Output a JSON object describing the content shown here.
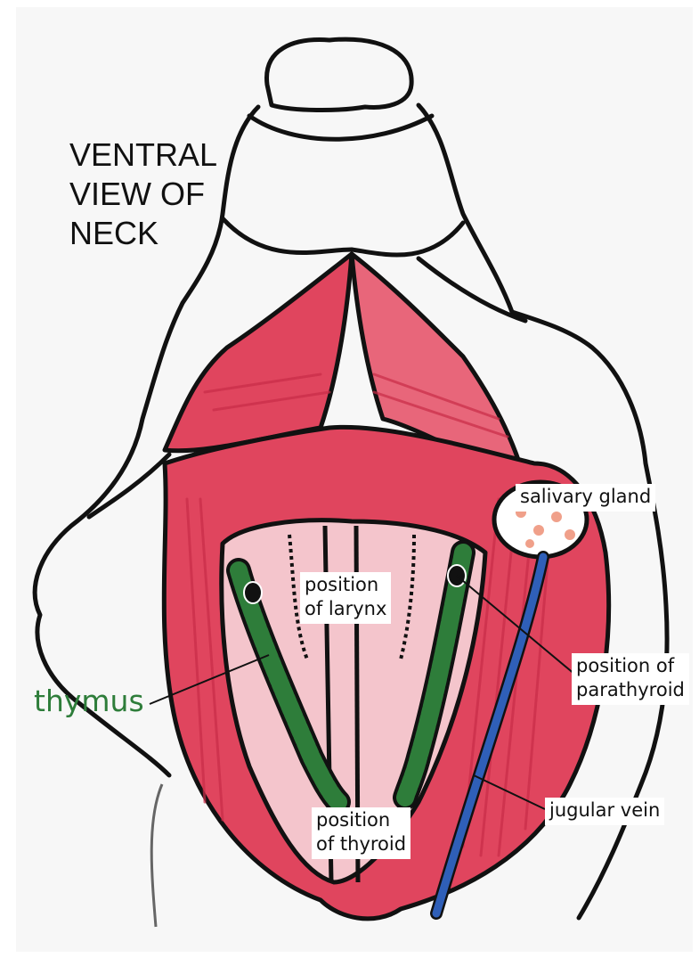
{
  "title_lines": [
    "VENTRAL",
    "VIEW OF",
    "NECK"
  ],
  "labels": {
    "salivary_gland": "salivary gland",
    "larynx": [
      "position",
      "of larynx"
    ],
    "parathyroid": [
      "position of",
      "parathyroid"
    ],
    "thymus": "thymus",
    "jugular_vein": "jugular vein",
    "thyroid": [
      "position",
      "of thyroid"
    ]
  },
  "colors": {
    "outline": "#111111",
    "muscle": "#e0455e",
    "thymus": "#2e7d3a",
    "vein": "#2f5fb8",
    "gland": "#f0a08a"
  }
}
